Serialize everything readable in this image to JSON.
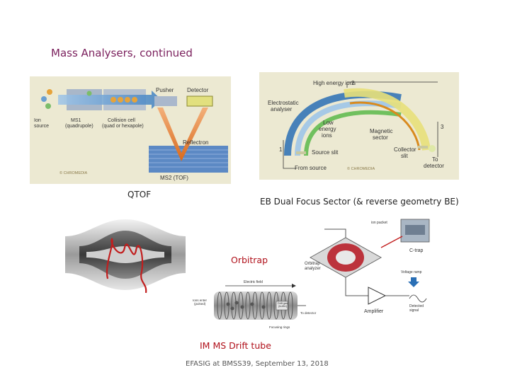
{
  "slide": {
    "title": "Mass Analysers, continued",
    "footer": "EFASIG at BMSS39, September 13, 2018"
  },
  "qtof": {
    "caption": "QTOF",
    "labels": {
      "pusher": "Pusher",
      "detector": "Detector",
      "ion_source": "Ion\nsource",
      "ms1": "MS1\n(quadrupole)",
      "collision_cell": "Collision cell\n(quad or hexapole)",
      "reflectron": "Reflectron",
      "ms2": "MS2 (TOF)",
      "copyright": "© CHROMEDIA"
    }
  },
  "sector": {
    "caption": "EB Dual Focus Sector (& reverse geometry BE)",
    "labels": {
      "high_energy_ions": "High energy ions",
      "electrostatic_analyser": "Electrostatic\nanalyser",
      "low_energy_ions": "Low\nenergy\nions",
      "magnetic_sector": "Magnetic\nsector",
      "source_slit": "Source slit",
      "collector_slit": "Collector\nslit",
      "from_source": "From source",
      "to_detector": "To\ndetector",
      "copyright": "© CHROMEDIA",
      "num_1": "1",
      "num_2": "2",
      "num_3": "3"
    }
  },
  "orbitrap": {
    "caption": "Orbitrap",
    "labels": {
      "c_trap": "C-trap",
      "orbitrap_analyzer": "Orbitrap\nanalyzer",
      "amplifier": "Amplifier",
      "ion_packet": "ion packet",
      "voltage_ramp": "Voltage ramp",
      "detected_signal": "Detected\nsignal"
    }
  },
  "drift": {
    "caption": "IM MS Drift tube",
    "labels": {
      "electric_field": "Electric field",
      "ions_enter": "Ions enter\n(pulsed)",
      "drift_gas": "Drift gas\n(buffer)",
      "to_detector": "To detector",
      "focusing_rings": "Focusing rings"
    }
  },
  "colors": {
    "title": "#7a1f5c",
    "caption_red": "#b0101a",
    "panel_bg": "#ece9d2",
    "blue": "#2a6fb5",
    "orange": "#d98a1d",
    "yellow": "#e8e07a"
  }
}
